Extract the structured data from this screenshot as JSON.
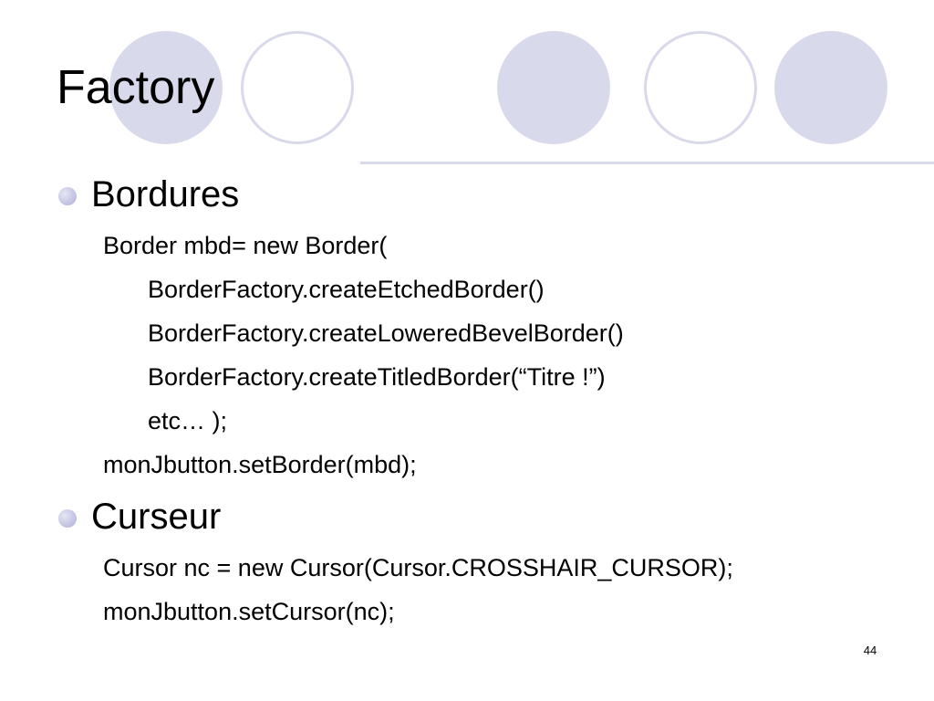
{
  "slide": {
    "title": "Factory",
    "page_number": "44",
    "sections": [
      {
        "heading": "Bordures",
        "lines": [
          "Border mbd= new Border(",
          "BorderFactory.createEtchedBorder()",
          "BorderFactory.createLoweredBevelBorder()",
          "BorderFactory.createTitledBorder(“Titre !”)",
          "etc… );",
          "monJbutton.setBorder(mbd);"
        ]
      },
      {
        "heading": "Curseur",
        "lines": [
          "Cursor nc = new Cursor(Cursor.CROSSHAIR_CURSOR);",
          "monJbutton.setCursor(nc);"
        ]
      }
    ]
  },
  "colors": {
    "decoration": "#d9d9ec",
    "text": "#000000",
    "background": "#ffffff"
  }
}
